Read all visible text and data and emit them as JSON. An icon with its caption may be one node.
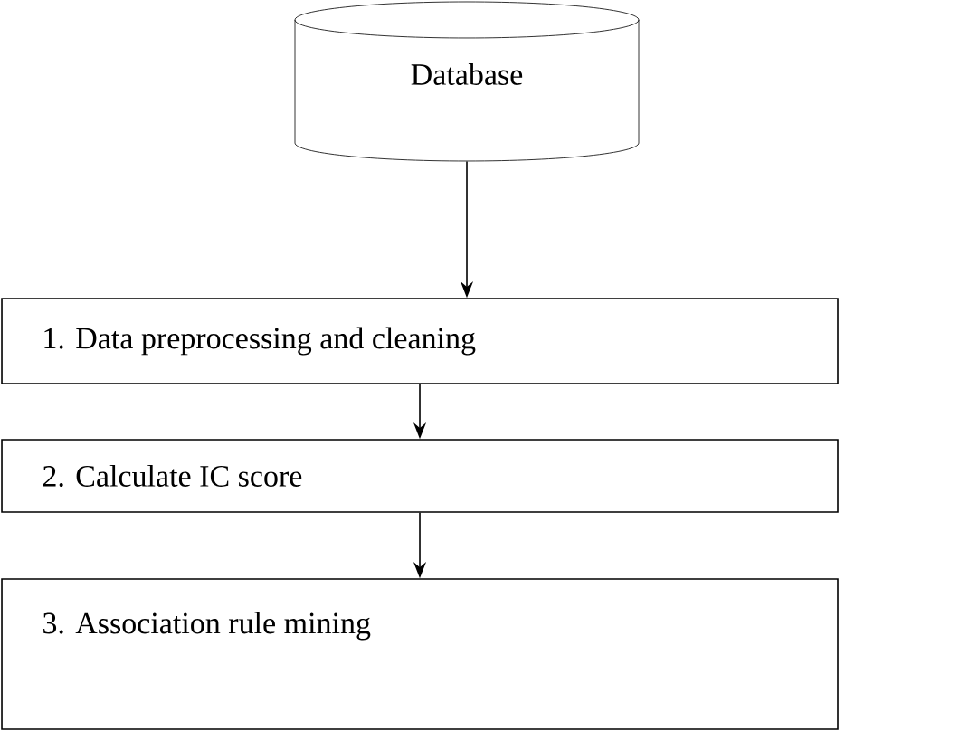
{
  "diagram": {
    "nodes": [
      {
        "text": [
          "Database"
        ]
      },
      {
        "text": [
          "1. Data preprocessing and cleaning"
        ]
      },
      {
        "text": [
          "2. Calculate IC score"
        ]
      },
      {
        "text": [
          "3. Association rule mining"
        ]
      }
    ],
    "edges": [
      {
        "from": 0,
        "to": 1,
        "arrow": "to"
      },
      {
        "from": 1,
        "to": 2,
        "arrow": "to"
      },
      {
        "from": 2,
        "to": 3,
        "arrow": "to"
      }
    ]
  }
}
